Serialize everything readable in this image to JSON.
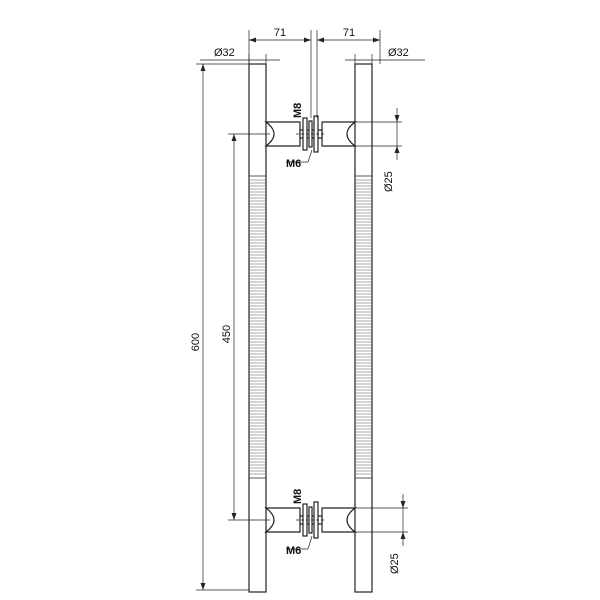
{
  "labels": {
    "offset_left": "71",
    "offset_right": "71",
    "diameter_left": "Ø32",
    "diameter_right": "Ø32",
    "thread_m8_top": "M8",
    "thread_m6_top": "M6",
    "thread_m8_bottom": "M8",
    "thread_m6_bottom": "M6",
    "standoff_top": "Ø25",
    "standoff_bottom": "Ø25",
    "total_length": "600",
    "center_distance": "450"
  }
}
